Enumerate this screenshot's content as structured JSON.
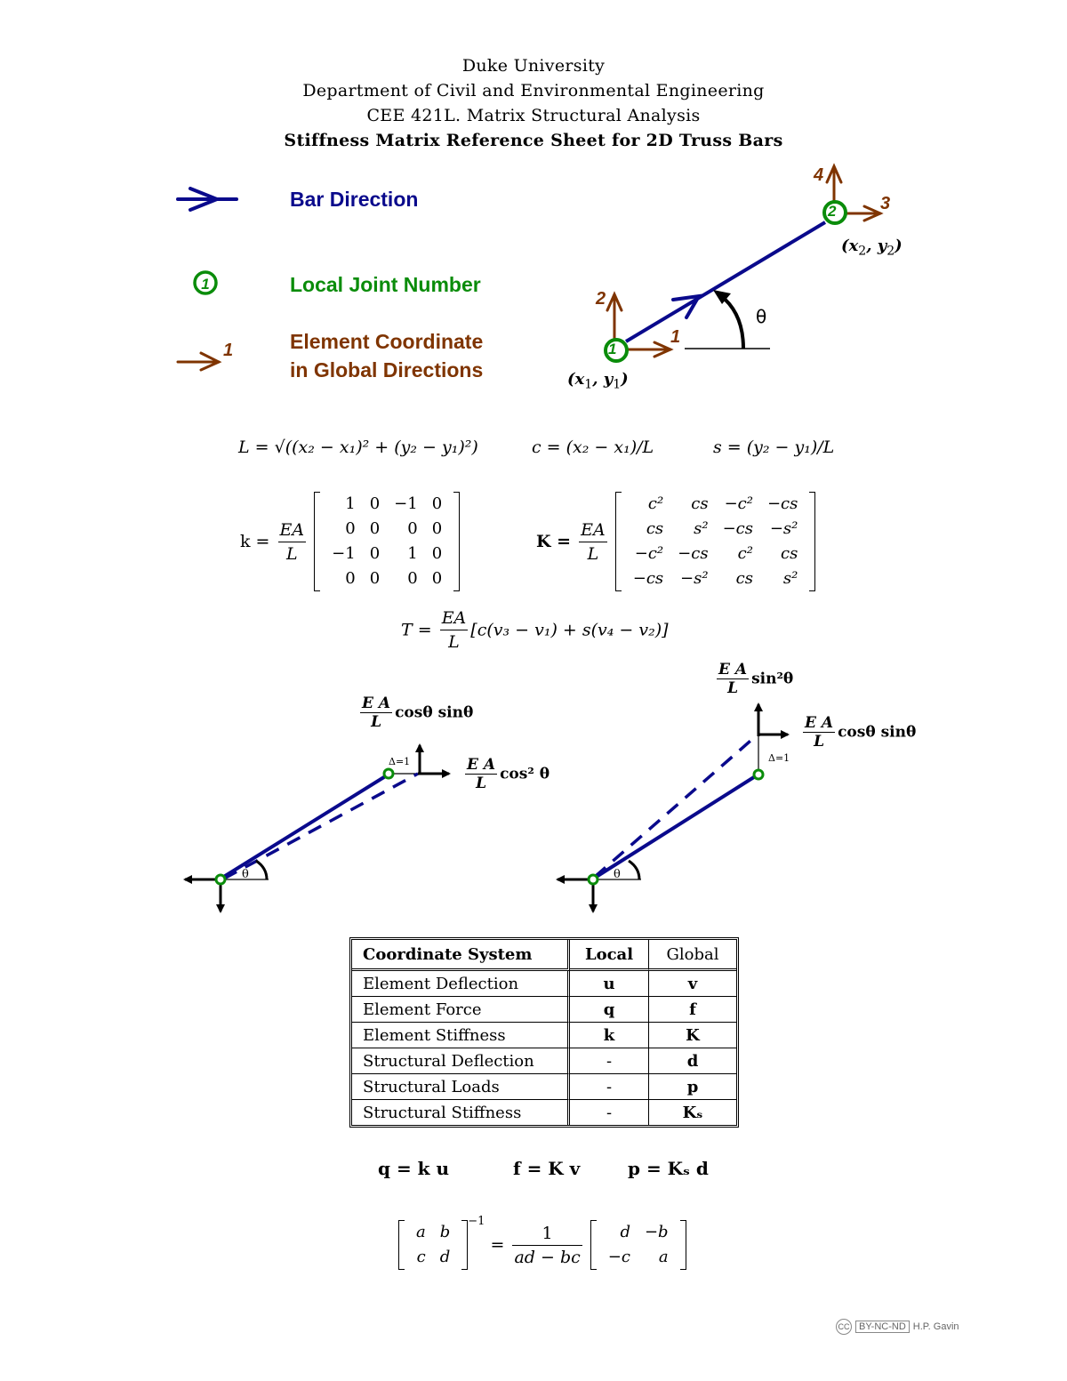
{
  "header": {
    "line1": "Duke University",
    "line2": "Department of Civil and Environmental Engineering",
    "line3": "CEE 421L. Matrix Structural Analysis",
    "title": "Stiffness Matrix Reference Sheet for 2D Truss Bars"
  },
  "legend": {
    "bar_direction": "Bar Direction",
    "local_joint": "Local Joint Number",
    "local_joint_symbol": "1",
    "element_coord_line1": "Element Coordinate",
    "element_coord_line2": "in Global Directions",
    "element_coord_symbol": "1"
  },
  "colors": {
    "bar_blue": "#0a0a8c",
    "joint_green": "#0a8c0a",
    "coord_brown": "#7f3400"
  },
  "bar_diagram": {
    "joint1": "1",
    "joint2": "2",
    "dof1": "1",
    "dof2": "2",
    "dof3": "3",
    "dof4": "4",
    "coord1_x": "x",
    "coord1_xsub": "1",
    "coord1_y": "y",
    "coord1_ysub": "1",
    "coord2_x": "x",
    "coord2_xsub": "2",
    "coord2_y": "y",
    "coord2_ysub": "2",
    "angle": "θ"
  },
  "formulas": {
    "length": "L = √((x₂ − x₁)² + (y₂ − y₁)²)",
    "cosine": "c = (x₂ − x₁)/L",
    "sine": "s = (y₂ − y₁)/L",
    "k_lhs": "k =",
    "K_lhs": "K =",
    "EA": "EA",
    "L": "L",
    "k_matrix": [
      [
        "1",
        "0",
        "−1",
        "0"
      ],
      [
        "0",
        "0",
        "0",
        "0"
      ],
      [
        "−1",
        "0",
        "1",
        "0"
      ],
      [
        "0",
        "0",
        "0",
        "0"
      ]
    ],
    "K_matrix": [
      [
        "c²",
        "cs",
        "−c²",
        "−cs"
      ],
      [
        "cs",
        "s²",
        "−cs",
        "−s²"
      ],
      [
        "−c²",
        "−cs",
        "c²",
        "cs"
      ],
      [
        "−cs",
        "−s²",
        "cs",
        "s²"
      ]
    ],
    "T_lhs": "T =",
    "T_rhs": "[c(v₃ − v₁) + s(v₄ − v₂)]"
  },
  "deformation_diagrams": {
    "left": {
      "top_label_rest": "cosθ sinθ",
      "right_label_rest": "cos² θ",
      "delta": "Δ=1",
      "angle": "θ"
    },
    "right": {
      "top_label_rest": "sin²θ",
      "right_label_rest": "cosθ sinθ",
      "delta": "Δ=1",
      "angle": "θ"
    },
    "EA": "E A",
    "L": "L"
  },
  "table": {
    "headers": [
      "Coordinate System",
      "Local",
      "Global"
    ],
    "rows": [
      [
        "Element Deflection",
        "u",
        "v"
      ],
      [
        "Element Force",
        "q",
        "f"
      ],
      [
        "Element Stiffness",
        "k",
        "K"
      ],
      [
        "Structural Deflection",
        "-",
        "d"
      ],
      [
        "Structural Loads",
        "-",
        "p"
      ],
      [
        "Structural Stiffness",
        "-",
        "Kₛ"
      ]
    ]
  },
  "relations": {
    "r1": "q = k u",
    "r2": "f = K v",
    "r3": "p = Kₛ d"
  },
  "inverse": {
    "lhs_matrix": [
      [
        "a",
        "b"
      ],
      [
        "c",
        "d"
      ]
    ],
    "exponent": "−1",
    "eq": "=",
    "num": "1",
    "den": "ad − bc",
    "rhs_matrix": [
      [
        "d",
        "−b"
      ],
      [
        "−c",
        "a"
      ]
    ]
  },
  "footer": {
    "cc": "CC",
    "license": "BY-NC-ND",
    "author": "H.P. Gavin"
  }
}
